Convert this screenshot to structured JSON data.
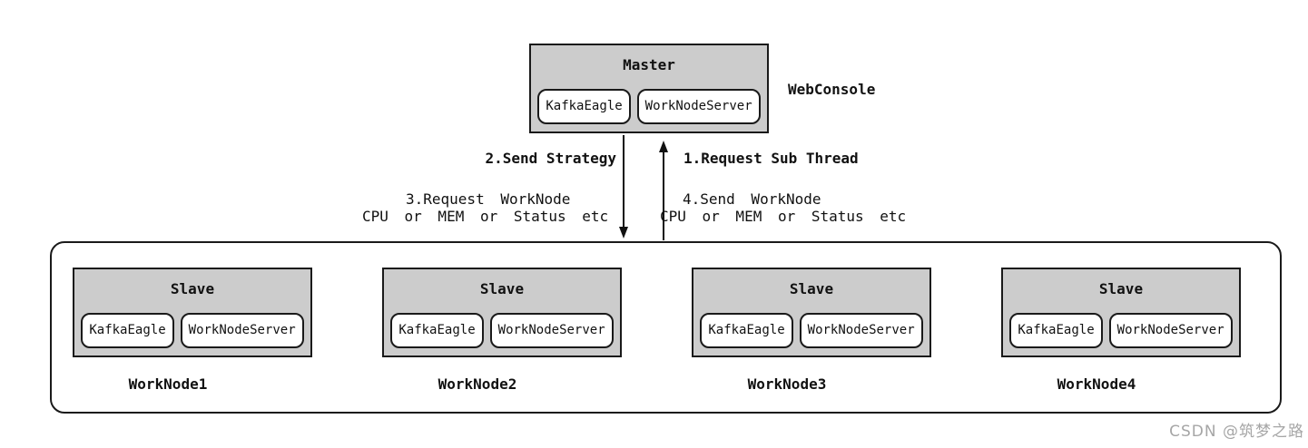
{
  "master": {
    "title": "Master",
    "components": [
      "KafkaEagle",
      "WorkNodeServer"
    ],
    "side_label": "WebConsole"
  },
  "messages": {
    "request_sub_thread": "1.Request Sub Thread",
    "send_strategy": "2.Send Strategy",
    "request_worknode": [
      "3.Request WorkNode",
      "CPU or MEM or Status etc"
    ],
    "send_worknode": [
      "4.Send WorkNode",
      "CPU or MEM or Status etc"
    ]
  },
  "cluster": {
    "slaves": [
      {
        "title": "Slave",
        "components": [
          "KafkaEagle",
          "WorkNodeServer"
        ],
        "label": "WorkNode1"
      },
      {
        "title": "Slave",
        "components": [
          "KafkaEagle",
          "WorkNodeServer"
        ],
        "label": "WorkNode2"
      },
      {
        "title": "Slave",
        "components": [
          "KafkaEagle",
          "WorkNodeServer"
        ],
        "label": "WorkNode3"
      },
      {
        "title": "Slave",
        "components": [
          "KafkaEagle",
          "WorkNodeServer"
        ],
        "label": "WorkNode4"
      }
    ]
  },
  "watermark": "CSDN @筑梦之路",
  "colors": {
    "node_fill": "#cccccc",
    "border": "#1a1a1a",
    "arrow": "#111111",
    "watermark_text": "#a6a6a6"
  }
}
